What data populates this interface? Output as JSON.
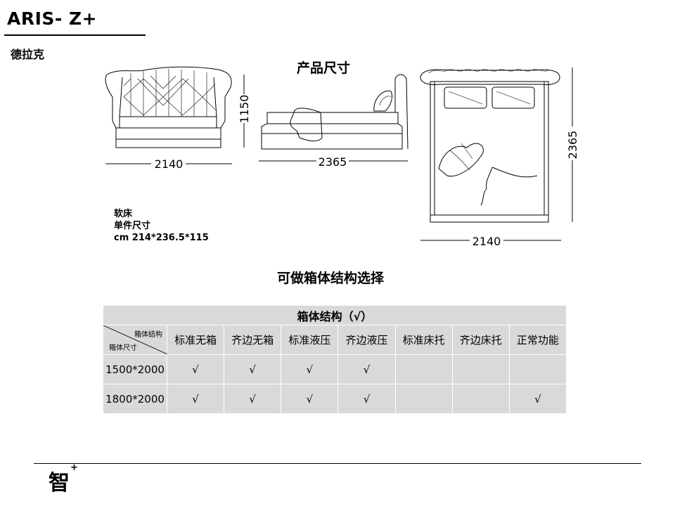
{
  "header": {
    "title": "ARIS- Z+",
    "subtitle": "德拉克"
  },
  "drawings": {
    "heading": "产品尺寸",
    "front_width": "2140",
    "front_height": "1150",
    "side_length": "2365",
    "top_length": "2365",
    "top_width": "2140"
  },
  "spec": {
    "line1": "软床",
    "line2": "单件尺寸",
    "line3": "cm 214*236.5*115"
  },
  "structure": {
    "heading": "可做箱体结构选择",
    "table_title": "箱体结构（√）",
    "diag_top": "箱体结构",
    "diag_bottom": "箱体尺寸",
    "columns": [
      "标准无箱",
      "齐边无箱",
      "标准液压",
      "齐边液压",
      "标准床托",
      "齐边床托",
      "正常功能"
    ],
    "rows": [
      {
        "size": "1500*2000",
        "cells": [
          "√",
          "√",
          "√",
          "√",
          "",
          "",
          ""
        ]
      },
      {
        "size": "1800*2000",
        "cells": [
          "√",
          "√",
          "√",
          "√",
          "",
          "",
          "√"
        ]
      }
    ]
  },
  "footer": {
    "logo": "智",
    "logo_mark": "+"
  }
}
